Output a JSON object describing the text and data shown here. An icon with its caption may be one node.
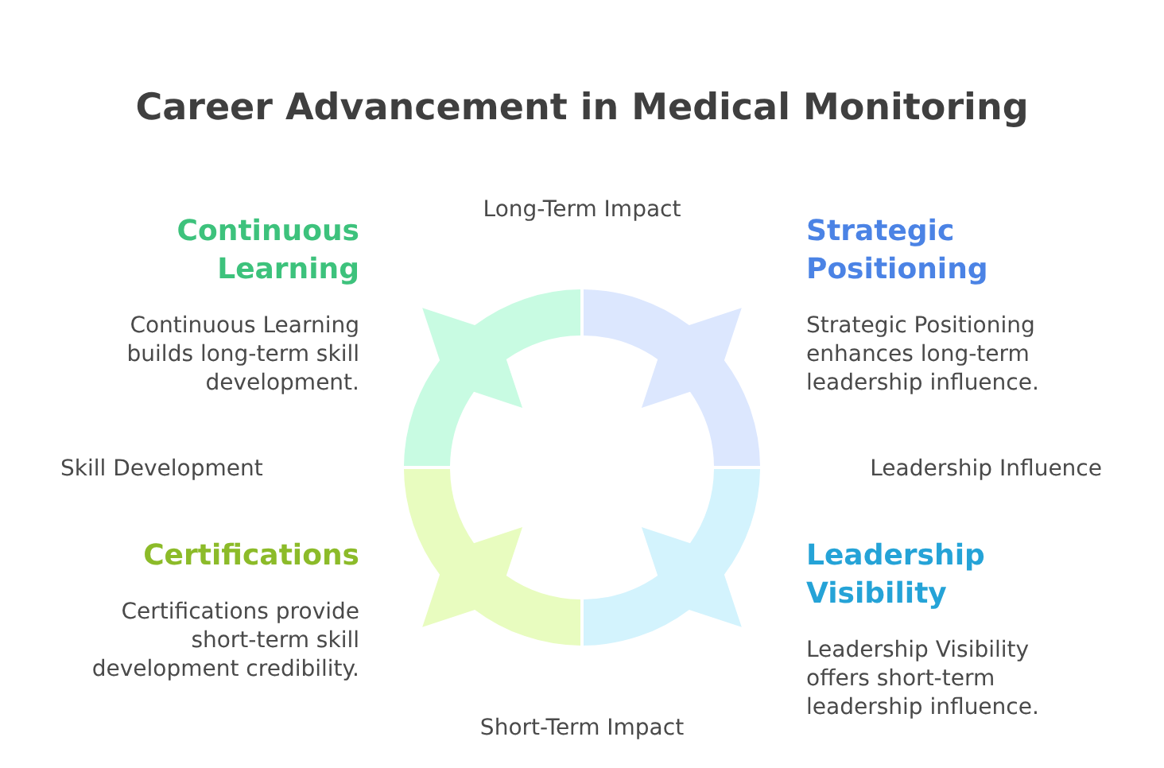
{
  "diagram": {
    "title": "Career Advancement in Medical Monitoring",
    "nodes": [
      {
        "text": [],
        "shape": "arc",
        "beside": [
          "Continuous Learning",
          "Continuous Learning builds long-term skill development."
        ]
      },
      {
        "text": [],
        "shape": "arc",
        "beside": [
          "Strategic Positioning",
          "Strategic Positioning enhances long-term leadership influence."
        ]
      },
      {
        "text": [],
        "shape": "arc",
        "beside": [
          "Certifications",
          "Certifications provide short-term skill development credibility."
        ]
      },
      {
        "text": [],
        "shape": "arc",
        "beside": [
          "Leadership Visibility",
          "Leadership Visibility offers short-term leadership influence."
        ]
      }
    ],
    "labels": [
      "Long-Term Impact",
      "Skill Development",
      "Leadership Influence",
      "Short-Term Impact"
    ]
  }
}
